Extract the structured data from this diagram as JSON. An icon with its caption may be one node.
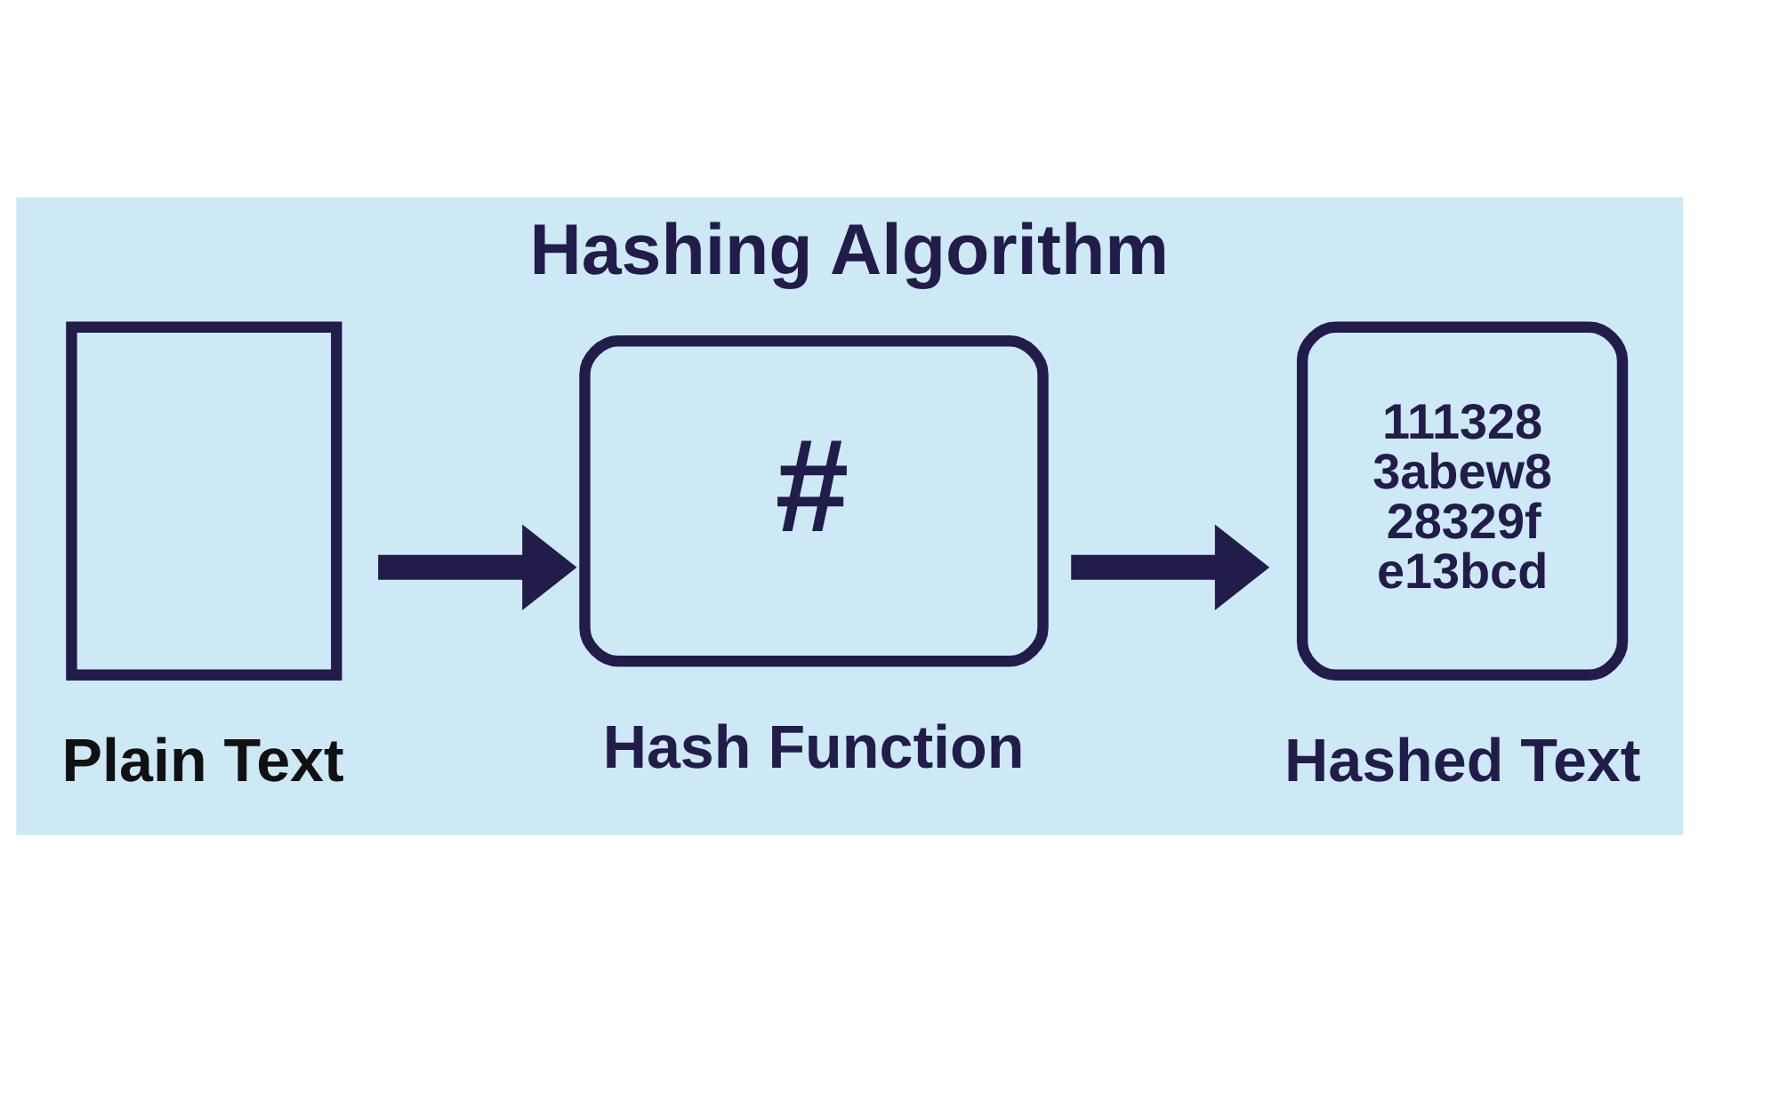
{
  "diagram": {
    "title": "Hashing Algorithm",
    "nodes": [
      {
        "text": [
          "Plain Text"
        ]
      },
      {
        "text": [
          "#",
          "Hash Function"
        ]
      },
      {
        "text": [
          "111328 3abew8 28329f e13bcd",
          "Hashed Text"
        ]
      }
    ],
    "edges": [
      {
        "from": 0,
        "to": 1,
        "arrow": "to"
      },
      {
        "from": 1,
        "to": 2,
        "arrow": "to"
      }
    ]
  }
}
